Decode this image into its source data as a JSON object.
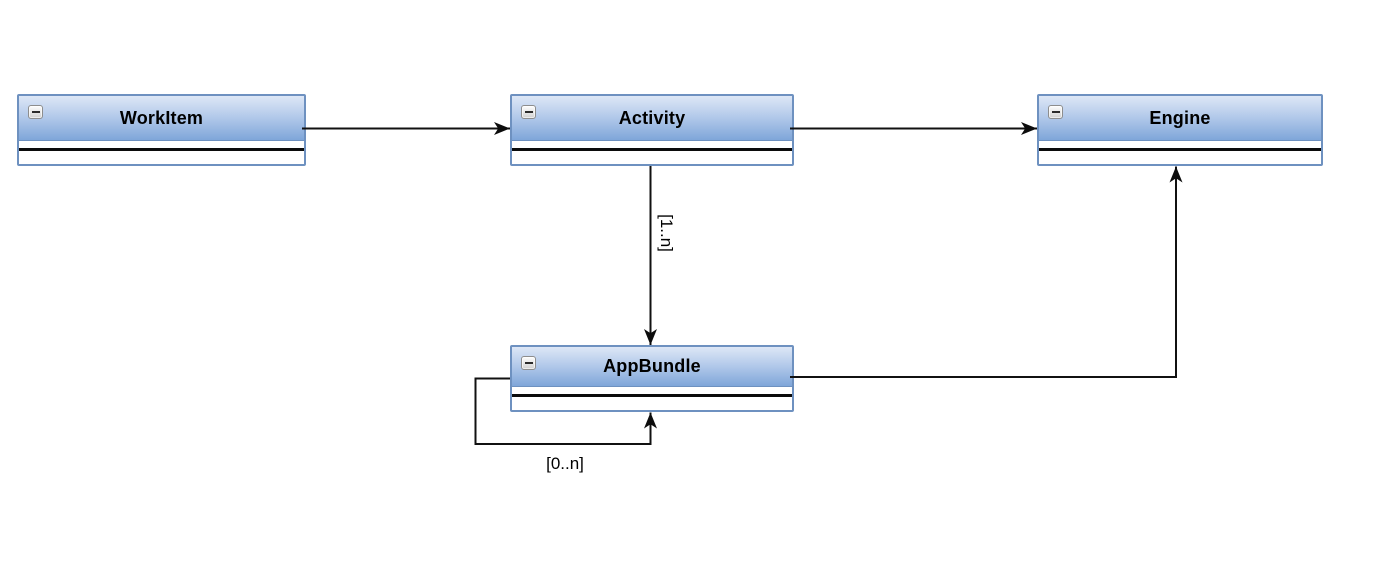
{
  "diagram": {
    "background_color": "#ffffff",
    "node_border_color": "#6e91c0",
    "node_header_gradient_top": "#dde7f6",
    "node_header_gradient_bottom": "#7fa6d9",
    "connector_color": "#111111",
    "nodes": [
      {
        "id": "workitem",
        "title": "WorkItem",
        "collapse_icon": "minus"
      },
      {
        "id": "activity",
        "title": "Activity",
        "collapse_icon": "minus"
      },
      {
        "id": "engine",
        "title": "Engine",
        "collapse_icon": "minus"
      },
      {
        "id": "appbundle",
        "title": "AppBundle",
        "collapse_icon": "minus"
      }
    ],
    "edges": [
      {
        "from": "WorkItem",
        "to": "Activity",
        "label": ""
      },
      {
        "from": "Activity",
        "to": "Engine",
        "label": ""
      },
      {
        "from": "Activity",
        "to": "AppBundle",
        "label": "[1..n]"
      },
      {
        "from": "AppBundle",
        "to": "Engine",
        "label": ""
      },
      {
        "from": "AppBundle",
        "to": "AppBundle",
        "label": "[0..n]"
      }
    ]
  }
}
